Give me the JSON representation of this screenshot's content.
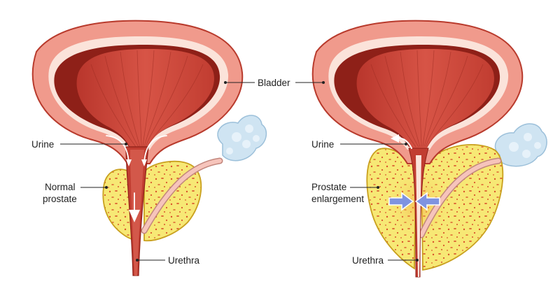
{
  "labels": {
    "bladder": "Bladder",
    "urine_left": "Urine",
    "normal_prostate_line1": "Normal",
    "normal_prostate_line2": "prostate",
    "urethra_left": "Urethra",
    "urine_right": "Urine",
    "enlargement_line1": "Prostate",
    "enlargement_line2": "enlargement",
    "urethra_right": "Urethra"
  },
  "colors": {
    "bladder_wall": "#f09a8c",
    "bladder_wall_stroke": "#b83a2c",
    "inner_lining": "#fbe3da",
    "muscle": "#c9453a",
    "muscle_dark": "#8e2018",
    "prostate": "#f7e875",
    "prostate_stroke": "#c9a01e",
    "prostate_speckle": "#d9542c",
    "vesicle": "#cfe4f2",
    "vesicle_stroke": "#9cc0da",
    "duct": "#f6c4bb",
    "compression_arrow": "#7f93e0",
    "urine_arrow": "#ffffff"
  }
}
